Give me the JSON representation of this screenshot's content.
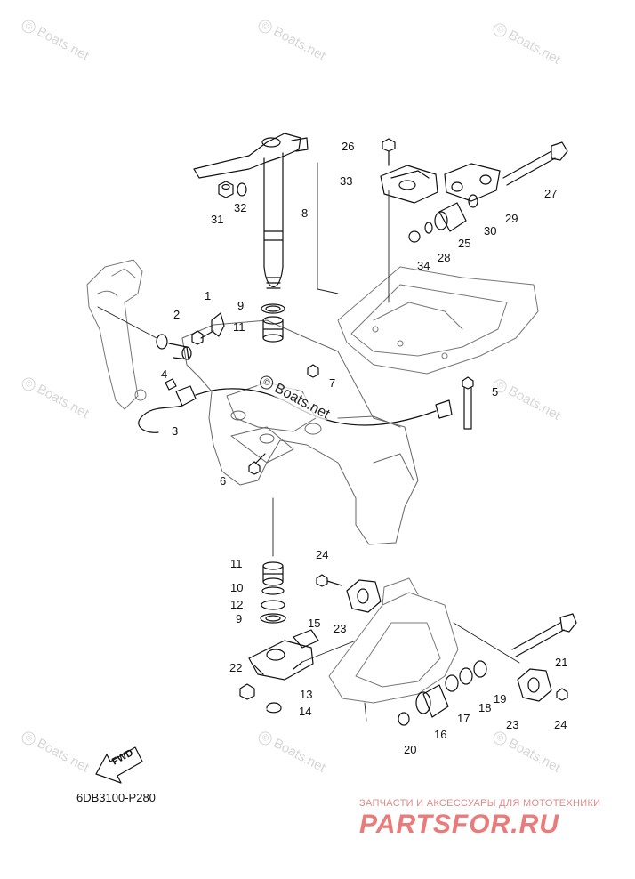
{
  "diagram_code": "6DB3100-P280",
  "fwd_arrow_label": "FWD",
  "brand": {
    "tagline": "ЗАПЧАСТИ И АКСЕССУАРЫ ДЛЯ МОТОТЕХНИКИ",
    "logo_text": "PARTSFOR.RU"
  },
  "watermark": {
    "text": "Boats.net",
    "symbol": "©"
  },
  "callouts": {
    "p1": "1",
    "p2": "2",
    "p3": "3",
    "p4": "4",
    "p5": "5",
    "p6": "6",
    "p7": "7",
    "p8": "8",
    "p9a": "9",
    "p9b": "9",
    "p10": "10",
    "p11a": "11",
    "p11b": "11",
    "p12": "12",
    "p13": "13",
    "p14": "14",
    "p15": "15",
    "p16": "16",
    "p17": "17",
    "p18": "18",
    "p19": "19",
    "p20": "20",
    "p21": "21",
    "p22": "22",
    "p23a": "23",
    "p23b": "23",
    "p24a": "24",
    "p24b": "24",
    "p25": "25",
    "p26": "26",
    "p27": "27",
    "p28": "28",
    "p29": "29",
    "p30": "30",
    "p31": "31",
    "p32": "32",
    "p33": "33",
    "p34": "34"
  }
}
